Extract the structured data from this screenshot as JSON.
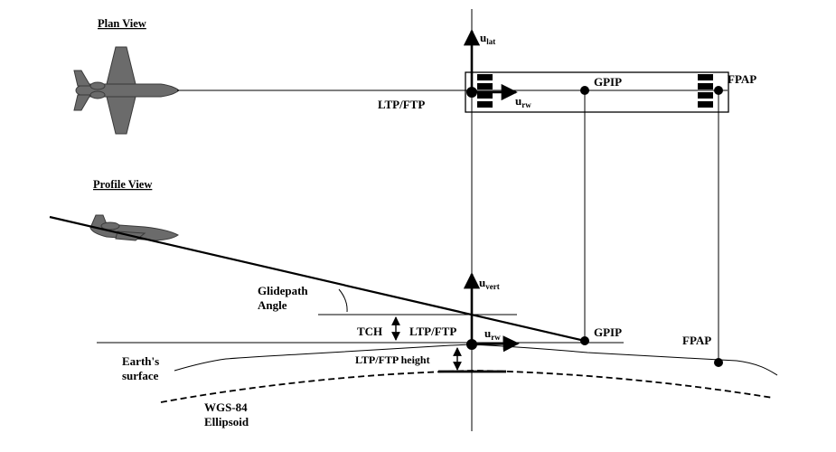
{
  "plan_view": {
    "heading": "Plan View",
    "ltp_label": "LTP/FTP",
    "gpip_label": "GPIP",
    "fpap_label": "FPAP",
    "u_lat": {
      "base": "u",
      "sub": "lat"
    },
    "u_rw": {
      "base": "u",
      "sub": "rw"
    }
  },
  "profile_view": {
    "heading": "Profile View",
    "glidepath_angle_line1": "Glidepath",
    "glidepath_angle_line2": "Angle",
    "tch_label": "TCH",
    "ltp_label": "LTP/FTP",
    "gpip_label": "GPIP",
    "fpap_label": "FPAP",
    "ltp_height_label": "LTP/FTP height",
    "earth_line1": "Earth's",
    "earth_line2": "surface",
    "wgs_line1": "WGS-84",
    "wgs_line2": "Ellipsoid",
    "u_vert": {
      "base": "u",
      "sub": "vert"
    },
    "u_rw": {
      "base": "u",
      "sub": "rw"
    }
  },
  "colors": {
    "ink": "#000000",
    "aircraft": "#6b6b6b",
    "aircraft_edge": "#3a3a3a"
  }
}
